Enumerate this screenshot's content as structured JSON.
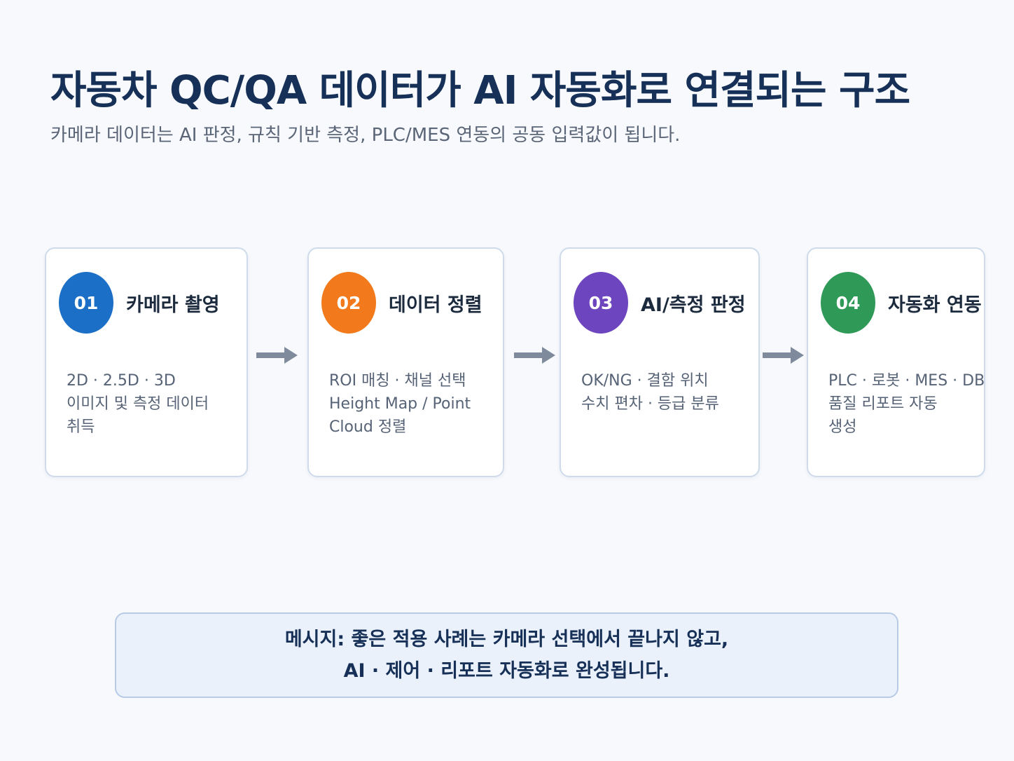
{
  "title": "자동차 QC/QA 데이터가 AI 자동화로 연결되는 구조",
  "subtitle": "카메라 데이터는 AI 판정, 규칙 기반 측정, PLC/MES 연동의 공동 입력값이 됩니다.",
  "steps": [
    {
      "number": "01",
      "title": "카메라 촬영",
      "color": "#1b6fc6",
      "lines": [
        "2D · 2.5D · 3D",
        "이미지 및 측정 데이터",
        "취득"
      ]
    },
    {
      "number": "02",
      "title": "데이터 정렬",
      "color": "#f27a1c",
      "lines": [
        "ROI 매칭 · 채널 선택",
        "Height Map / Point",
        "Cloud 정렬"
      ]
    },
    {
      "number": "03",
      "title": "AI/측정 판정",
      "color": "#6d45be",
      "lines": [
        "OK/NG · 결함 위치",
        "수치 편차 · 등급 분류"
      ]
    },
    {
      "number": "04",
      "title": "자동화 연동",
      "color": "#2f9a57",
      "lines": [
        "PLC · 로봇 · MES · DB",
        "품질 리포트 자동",
        "생성"
      ]
    }
  ],
  "arrow_color": "#7f8b9c",
  "message": {
    "line1": "메시지: 좋은 적용 사례는 카메라 선택에서 끝나지 않고,",
    "line2": "AI · 제어 · 리포트 자동화로 완성됩니다."
  }
}
